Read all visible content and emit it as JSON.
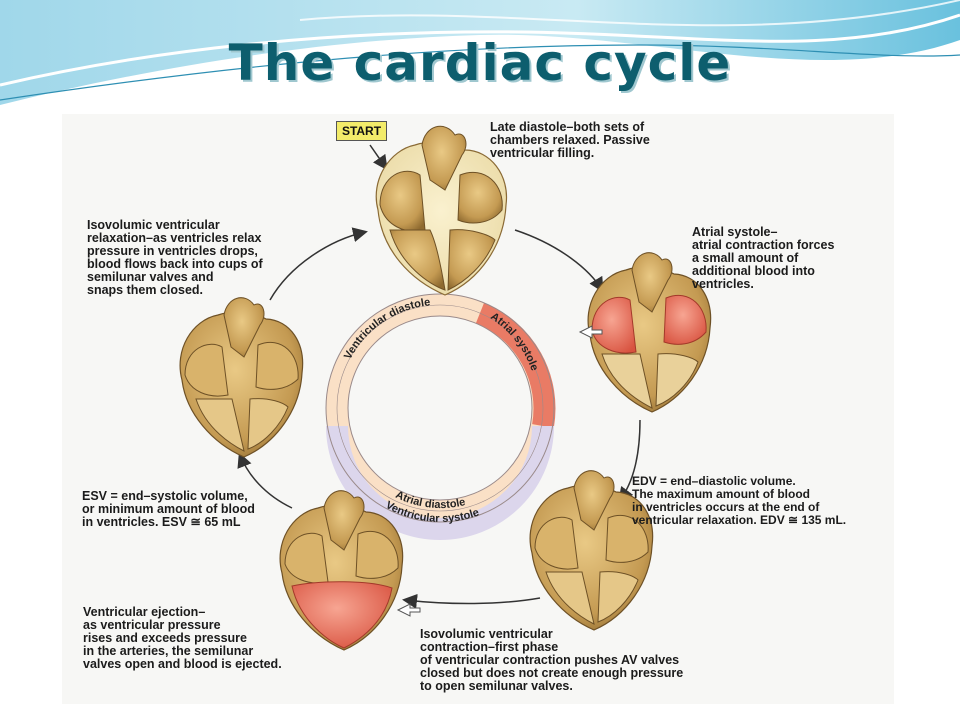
{
  "title": "The cardiac cycle",
  "start_label": "START",
  "notes": {
    "late_diastole": "Late diastole–both sets of\nchambers relaxed.  Passive\nventricular filling.",
    "atrial_systole": "Atrial systole–\natrial contraction forces\na small amount of\nadditional blood into\nventricles.",
    "edv": "EDV = end–diastolic volume.\nThe maximum amount of blood\nin ventricles occurs at the end of\nventricular relaxation. EDV ≅ 135 mL.",
    "isovolumic_contraction": "Isovolumic ventricular\ncontraction–first phase\nof ventricular contraction pushes AV valves\nclosed but does not create enough pressure\nto open semilunar valves.",
    "ventricular_ejection": "Ventricular ejection–\nas ventricular pressure\nrises and exceeds pressure\nin the arteries, the semilunar\nvalves open and blood is ejected.",
    "esv": "ESV = end–systolic volume,\nor minimum amount of blood\nin ventricles. ESV ≅ 65 mL",
    "isovolumic_relaxation": "Isovolumic ventricular\nrelaxation–as ventricles relax\npressure in ventricles drops,\nblood flows back into cups of\nsemilunar valves and\nsnaps them closed."
  },
  "ring": {
    "ventricular_diastole": "Ventricular diastole",
    "atrial_systole": "Atrial systole",
    "atrial_diastole": "Atrial diastole",
    "ventricular_systole": "Ventricular systole"
  },
  "colors": {
    "title": "#0d5e6e",
    "header_wave": "#3aa6c9",
    "heart_tan": "#c9a25a",
    "heart_red": "#e57a6a",
    "ring_diastole": "#f6dcc0",
    "ring_atrial_systole": "#e87c6a",
    "ring_systole": "#d8d2ea"
  }
}
